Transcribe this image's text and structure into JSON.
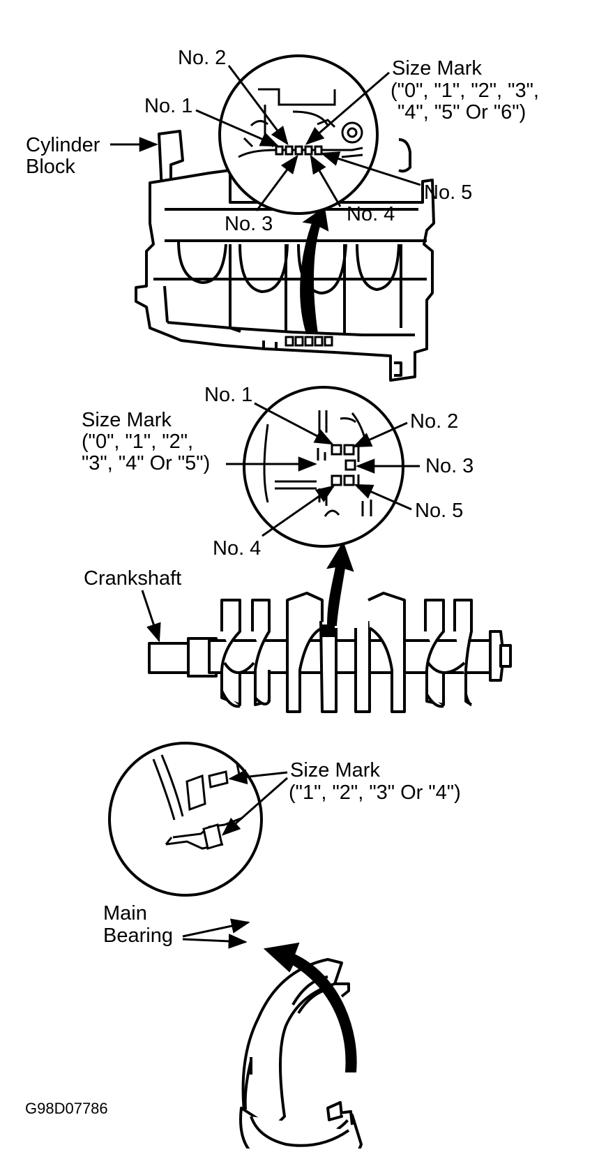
{
  "figure_code": "G98D07786",
  "top_detail": {
    "cylinder_block_label": [
      "Cylinder",
      "Block"
    ],
    "size_mark_label": [
      "Size Mark",
      "(\"0\", \"1\", \"2\", \"3\",",
      "\"4\", \"5\" Or \"6\")"
    ],
    "journal_labels": {
      "no1": "No. 1",
      "no2": "No. 2",
      "no3": "No. 3",
      "no4": "No. 4",
      "no5": "No. 5"
    }
  },
  "middle_detail": {
    "size_mark_label": [
      "Size Mark",
      "(\"0\", \"1\", \"2\",",
      "\"3\", \"4\" Or \"5\")"
    ],
    "journal_labels": {
      "no1": "No. 1",
      "no2": "No. 2",
      "no3": "No. 3",
      "no4": "No. 4",
      "no5": "No. 5"
    },
    "crankshaft_label": "Crankshaft"
  },
  "bottom_detail": {
    "size_mark_label": [
      "Size Mark",
      "(\"1\", \"2\", \"3\" Or \"4\")"
    ],
    "main_bearing_label": [
      "Main",
      "Bearing"
    ]
  },
  "colors": {
    "ink": "#000000",
    "paper": "#ffffff"
  }
}
